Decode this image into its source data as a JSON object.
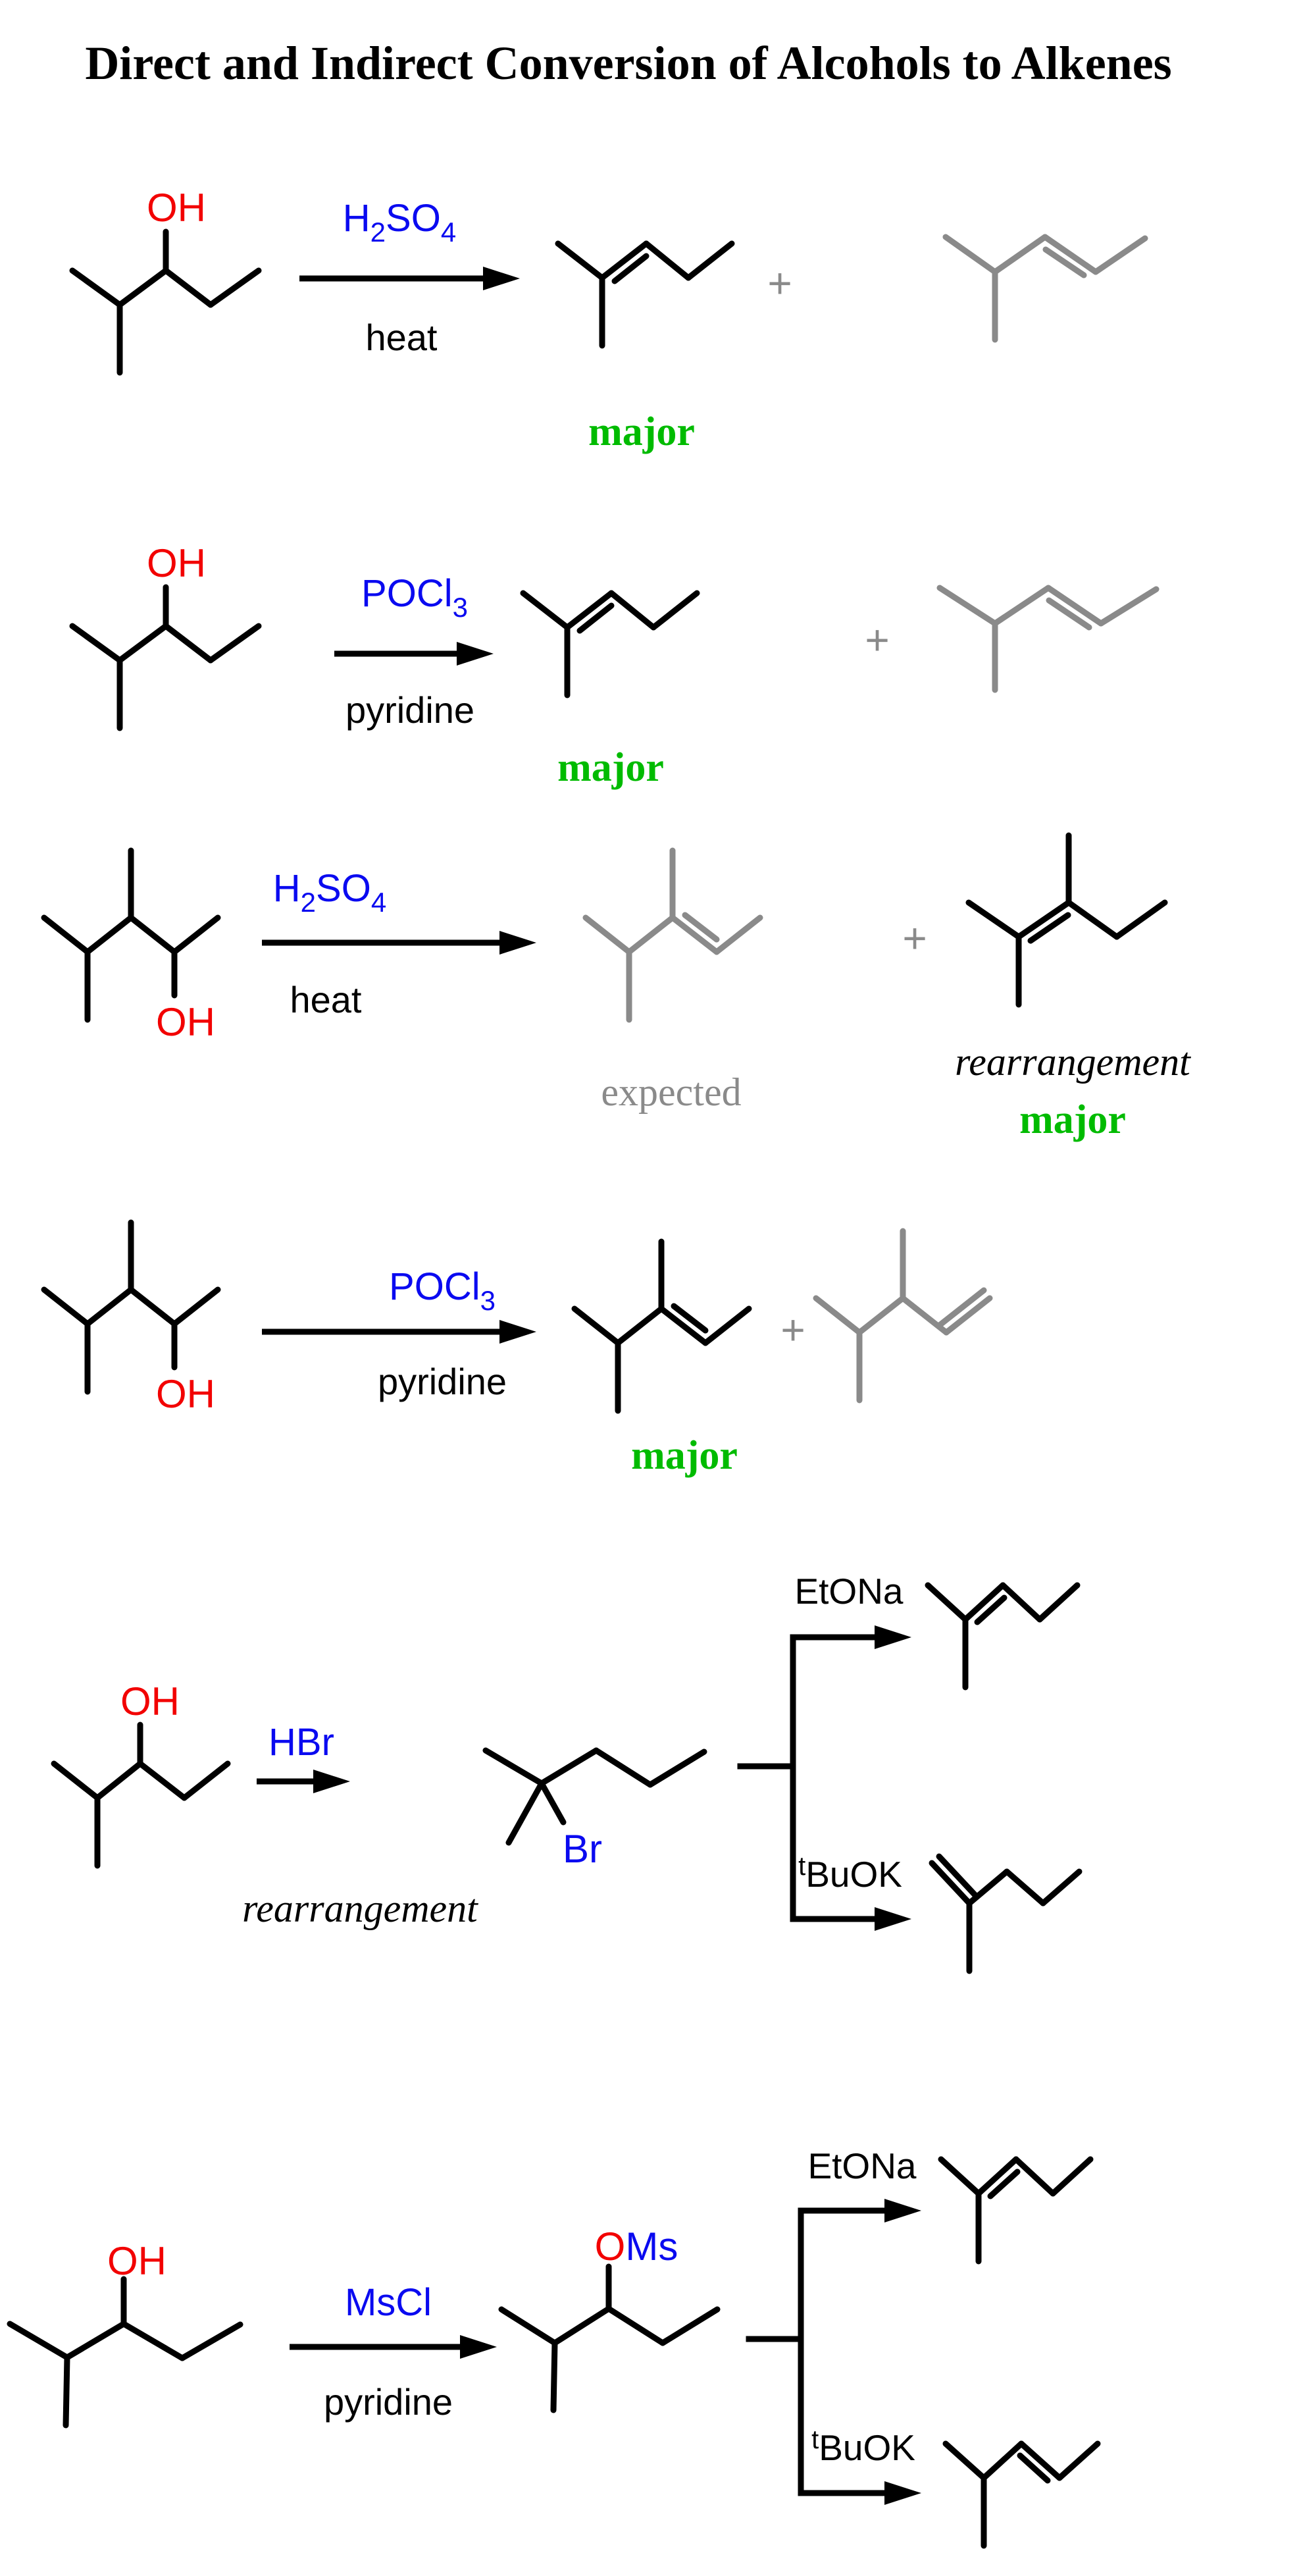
{
  "title": "Direct and Indirect Conversion of Alcohols to Alkenes",
  "colors": {
    "red": "#f20000",
    "blue": "#0a0af0",
    "green": "#00bb00",
    "gray": "#8a8a8a",
    "black": "#000000",
    "bg": "#ffffff"
  },
  "text": {
    "oh": "OH",
    "br": "Br",
    "plus": "+",
    "heat": "heat",
    "pyridine": "pyridine",
    "hbr": "HBr",
    "mscl": "MsCl",
    "etona": "EtONa",
    "major": "major",
    "expected": "expected",
    "rearrangement": "rearrangement",
    "h2so4": {
      "h": "H",
      "sub2": "2",
      "so": "SO",
      "sub4": "4"
    },
    "pocl3": {
      "main": "POCl",
      "sub": "3"
    },
    "tbuok": {
      "sup": "t",
      "main": "BuOK"
    },
    "oms": {
      "o": "O",
      "ms": "Ms"
    }
  }
}
